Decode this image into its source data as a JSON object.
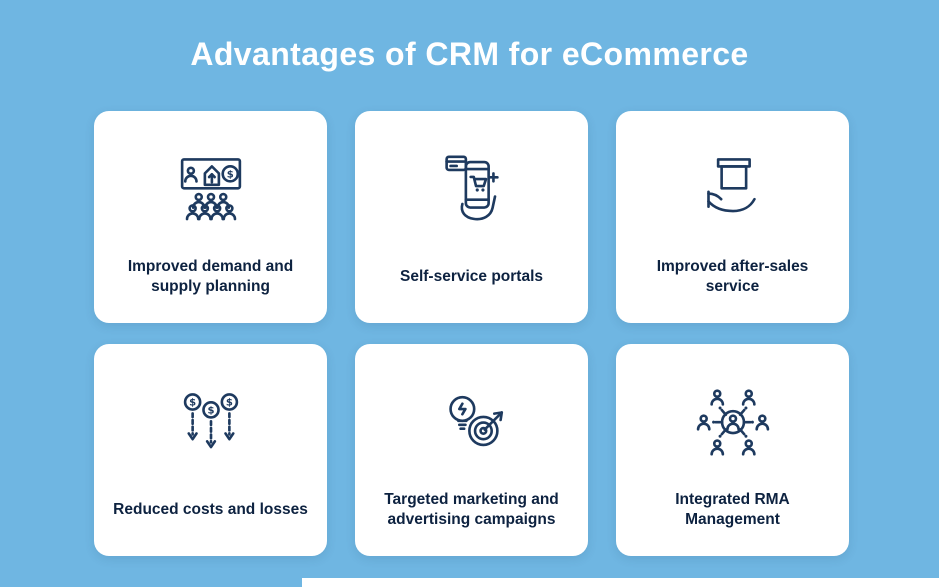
{
  "title": "Advantages of CRM for eCommerce",
  "cards": [
    {
      "label": "Improved demand and supply planning",
      "icon": "demand-supply-planning-icon"
    },
    {
      "label": "Self-service portals",
      "icon": "self-service-portals-icon"
    },
    {
      "label": "Improved after-sales service",
      "icon": "after-sales-service-icon"
    },
    {
      "label": "Reduced costs and losses",
      "icon": "reduced-costs-icon"
    },
    {
      "label": "Targeted marketing and advertising campaigns",
      "icon": "targeted-marketing-icon"
    },
    {
      "label": "Integrated RMA Management",
      "icon": "rma-management-icon"
    }
  ],
  "colors": {
    "background": "#6fb6e2",
    "card": "#ffffff",
    "title": "#ffffff",
    "label": "#0d2240",
    "icon": "#1e3a5f"
  }
}
